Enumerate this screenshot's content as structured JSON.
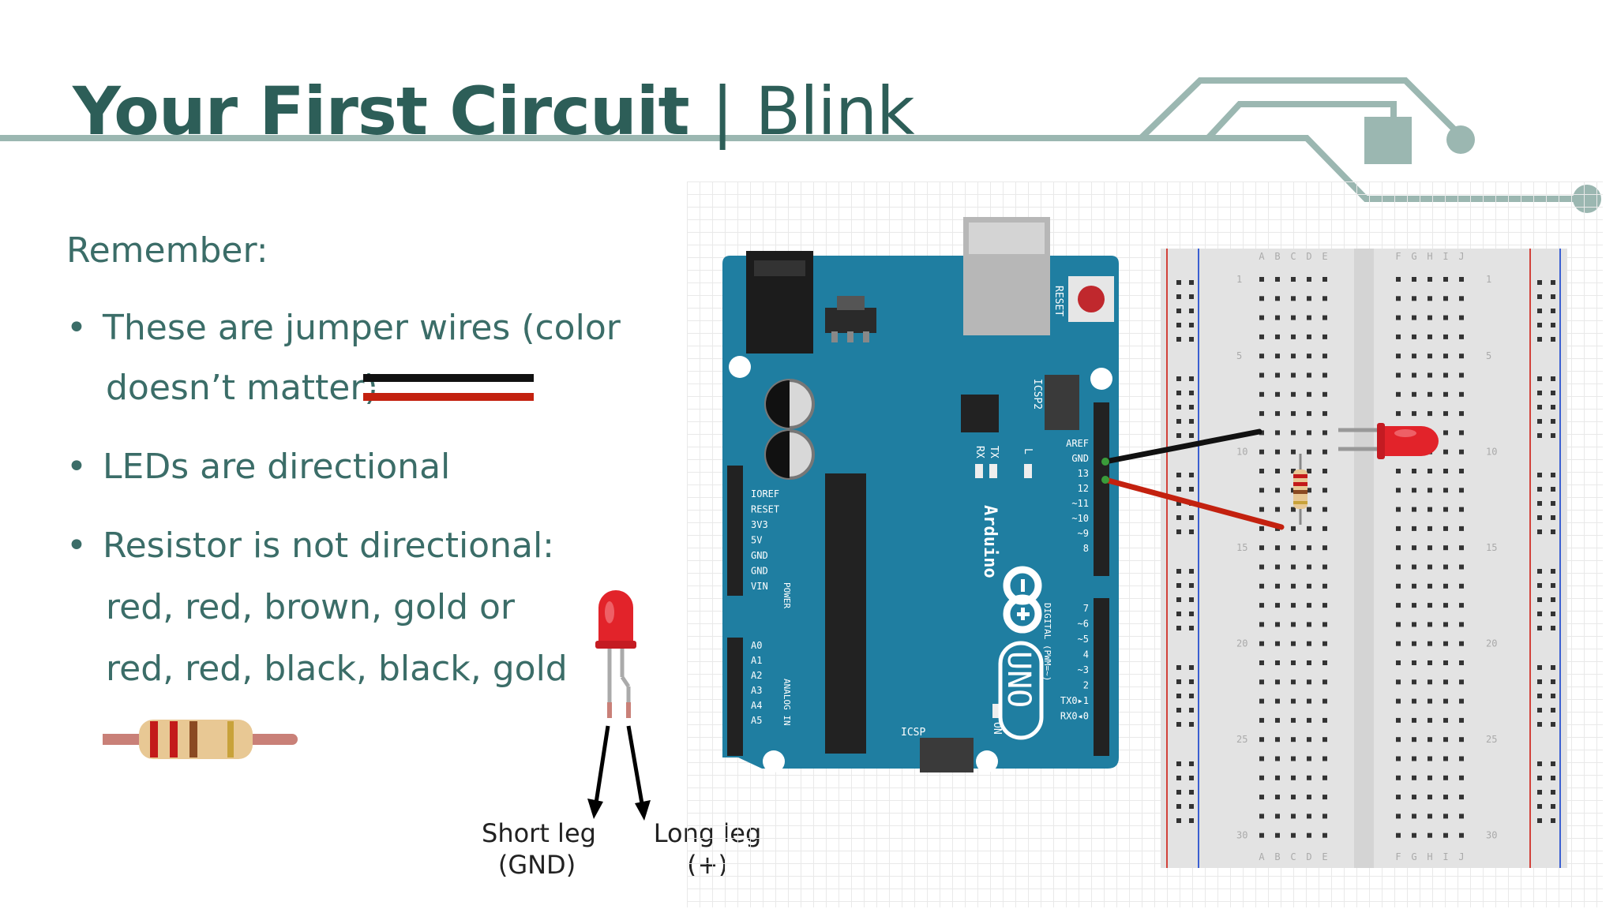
{
  "slide": {
    "title_bold": "Your First Circuit",
    "title_sep": "|",
    "title_light": "Blink"
  },
  "remember": "Remember:",
  "bullets": [
    {
      "line1": "These are jumper wires (color",
      "line2": "doesn’t matter)"
    },
    {
      "line1": "LEDs are directional"
    },
    {
      "line1": "Resistor is not directional:",
      "line2": "red, red, brown, gold or",
      "line3": "red, red, black, black, gold"
    }
  ],
  "led_legs": {
    "short": {
      "line1": "Short leg",
      "line2": "(GND)"
    },
    "long": {
      "line1": "Long leg",
      "line2": "(+)"
    }
  },
  "board": {
    "reset": "RESET",
    "icsp2": "ICSP2",
    "icsp": "ICSP",
    "tx": "TX",
    "rx": "RX",
    "l": "L",
    "on": "ON",
    "brand": "Arduino",
    "model": "UNO",
    "digital": "DIGITAL (PWM=~)",
    "power": "POWER",
    "analog": "ANALOG IN",
    "left_pins": [
      "IOREF",
      "RESET",
      "3V3",
      "5V",
      "GND",
      "GND",
      "VIN"
    ],
    "analog_pins": [
      "A0",
      "A1",
      "A2",
      "A3",
      "A4",
      "A5"
    ],
    "right_pins_top": [
      "AREF",
      "GND",
      "13",
      "12",
      "~11",
      "~10",
      "~9",
      "8"
    ],
    "right_pins_bottom": [
      "7",
      "~6",
      "~5",
      "4",
      "~3",
      "2",
      "TX0▸1",
      "RX0◂0"
    ]
  },
  "breadboard": {
    "cols_left": [
      "A",
      "B",
      "C",
      "D",
      "E"
    ],
    "cols_right": [
      "F",
      "G",
      "H",
      "I",
      "J"
    ],
    "row_numbers": [
      "1",
      "5",
      "10",
      "15",
      "20",
      "25",
      "30"
    ]
  },
  "colors": {
    "title": "#2d5e58",
    "text": "#3b6d68",
    "trace": "#9bb7b1",
    "board": "#1f7ea1",
    "led": "#e2232a",
    "wire_black": "#111111",
    "wire_red": "#c3210f"
  }
}
